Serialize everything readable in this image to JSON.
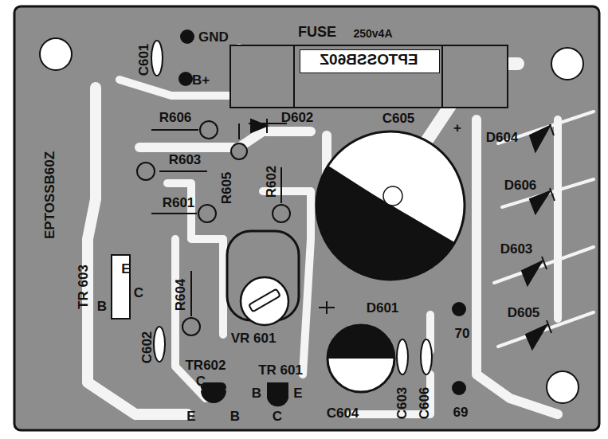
{
  "diagram": {
    "nodes": [
      {
        "text": [
          "FUSE",
          "250v4A",
          "EPTOSSB60Z"
        ]
      }
    ],
    "labels": [
      "GND",
      "B+",
      "C601",
      "R606",
      "D602",
      "R603",
      "R605",
      "R602",
      "R601",
      "C605",
      "+",
      "D604",
      "D606",
      "D603",
      "D605",
      "EPTOSSB60Z",
      "TR 603",
      "E",
      "C",
      "B",
      "R604",
      "VR 601",
      "D601",
      "70",
      "69",
      "C602",
      "TR602",
      "C",
      "E",
      "B",
      "TR 601",
      "B",
      "E",
      "C",
      "C604",
      "C603",
      "C606"
    ]
  }
}
